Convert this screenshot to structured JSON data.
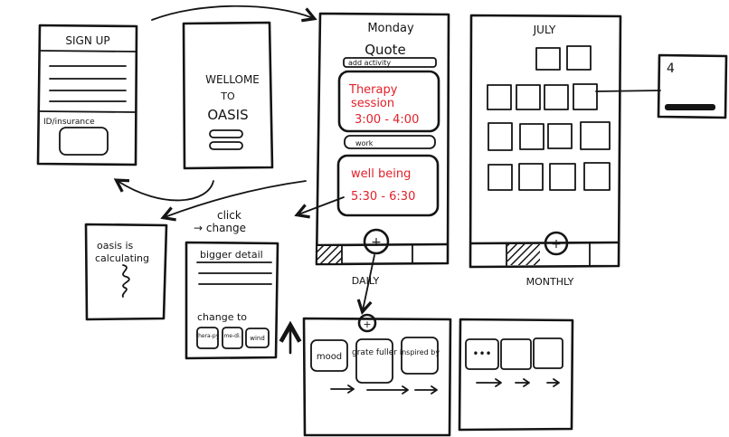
{
  "signup": {
    "title": "SIGN UP",
    "insurance_label": "ID/insurance"
  },
  "welcome": {
    "line1": "WELLOME",
    "line2": "TO",
    "line3": "OASIS"
  },
  "loading": {
    "text1": "oasis is",
    "text2": "calculating"
  },
  "edit": {
    "click1": "click",
    "click2": "→ change",
    "field": "bigger detail",
    "change_to": "change to",
    "options": [
      "thera-py",
      "me-di.",
      "wind"
    ]
  },
  "daily": {
    "day": "Monday",
    "quote": "Quote",
    "add_activity": "add activity",
    "events": [
      {
        "title1": "Therapy",
        "title2": "session",
        "time": "3:00 - 4:00"
      },
      {
        "title1": "well being",
        "title2": "",
        "time": "5:30 - 6:30"
      }
    ],
    "work": "work",
    "plus": "+",
    "caption": "DAILY"
  },
  "monthly": {
    "month": "JULY",
    "plus": "+",
    "caption": "MONTHLY",
    "detail_number": "4"
  },
  "add_panel": {
    "plus": "+",
    "cards": [
      "mood",
      "grate fuller",
      "inspired by"
    ]
  },
  "more_panel": {
    "dots": "•••"
  },
  "colors": {
    "ink": "#141414",
    "accent": "#e3202a"
  }
}
